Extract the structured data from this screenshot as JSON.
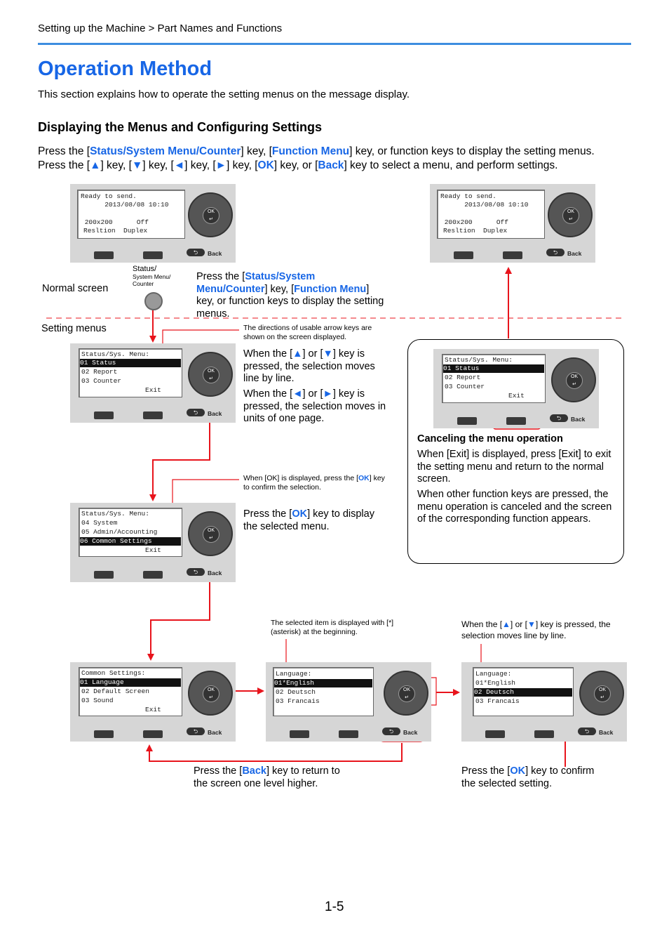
{
  "header": {
    "breadcrumb": "Setting up the Machine > Part Names and Functions"
  },
  "title": "Operation Method",
  "intro": "This section explains how to operate the setting menus on the message display.",
  "section_heading": "Displaying the Menus and Configuring Settings",
  "para": {
    "p1": "Press the [",
    "k1": "Status/System Menu/Counter",
    "p2": "] key, [",
    "k2": "Function Menu",
    "p3": "] key, or function keys to display the setting menus.",
    "p4": "Press the [",
    "k3": "▲",
    "p5": "] key, [",
    "k4": "▼",
    "p6": "] key, [",
    "k5": "◄",
    "p7": "] key, [",
    "k6": "►",
    "p8": "] key, [",
    "k7": "OK",
    "p9": "] key, or [",
    "k8": "Back",
    "p10": "] key to select a menu, and perform settings."
  },
  "labels": {
    "normal_screen": "Normal screen",
    "setting_menus": "Setting menus",
    "status_key_line1": "Status/",
    "status_key_line2": "System Menu/",
    "status_key_line3": "Counter"
  },
  "callouts": {
    "press_status": {
      "a": "Press the [",
      "k1": "Status/System Menu/Counter",
      "b": "] key, [",
      "k2": "Function Menu",
      "c": "] key, or function keys to display the setting menus."
    },
    "directions": "The directions of usable arrow keys are shown on the screen displayed.",
    "updown": {
      "a": "When the [",
      "k1": "▲",
      "b": "] or [",
      "k2": "▼",
      "c": "] key is pressed, the selection moves line by line."
    },
    "leftright": {
      "a": "When the [",
      "k1": "◄",
      "b": "] or [",
      "k2": "►",
      "c": "] key is pressed, the selection moves in units of one page."
    },
    "ok_displayed": {
      "a": "When [OK] is displayed, press the [",
      "k": "OK",
      "b": "] key to confirm the selection."
    },
    "press_ok_display": {
      "a": "Press the [",
      "k": "OK",
      "b": "] key to display the selected menu."
    },
    "asterisk": "The selected item is displayed with [*] (asterisk) at the beginning.",
    "updown2": {
      "a": "When the [",
      "k1": "▲",
      "b": "] or [",
      "k2": "▼",
      "c": "] key is pressed, the selection moves line by line."
    },
    "press_back": {
      "a": "Press the [",
      "k": "Back",
      "b": "] key to return to the screen one level higher."
    },
    "press_ok_confirm": {
      "a": "Press the [",
      "k": "OK",
      "b": "] key to confirm the selected setting."
    }
  },
  "cancel_box": {
    "heading": "Canceling the menu operation",
    "p1": "When [Exit] is displayed, press [Exit] to exit the setting menu and return to the normal screen.",
    "p2": "When other function keys are pressed, the menu operation is canceled and the screen of the corresponding function appears."
  },
  "screens": {
    "normal": {
      "l1": "Ready to send.",
      "l2": "      2013/08/08 10:10",
      "l3": " 200x200      Off",
      "l4": "Resltion  Duplex"
    },
    "menu1": {
      "t": "Status/Sys. Menu:",
      "r1": "01 Status",
      "r2": "02 Report",
      "r3": "03 Counter",
      "exit": "Exit"
    },
    "menu2": {
      "t": "Status/Sys. Menu:",
      "r1": "04 System",
      "r2": "05 Admin/Accounting",
      "r3": "06 Common Settings",
      "exit": "Exit"
    },
    "common": {
      "t": "Common Settings:",
      "r1": "01 Language",
      "r2": "02 Default Screen",
      "r3": "03 Sound",
      "exit": "Exit"
    },
    "lang1": {
      "t": "Language:",
      "r1": "01*English",
      "r2": "02 Deutsch",
      "r3": "03 Francais"
    },
    "lang2": {
      "t": "Language:",
      "r1": "01*English",
      "r2": "02 Deutsch",
      "r3": "03 Francais"
    },
    "ok": "OK",
    "back": "Back"
  },
  "page_number": "1-5",
  "colors": {
    "accent": "#1766e6",
    "arrow": "#e8141c",
    "rule": "#3d8de0"
  }
}
